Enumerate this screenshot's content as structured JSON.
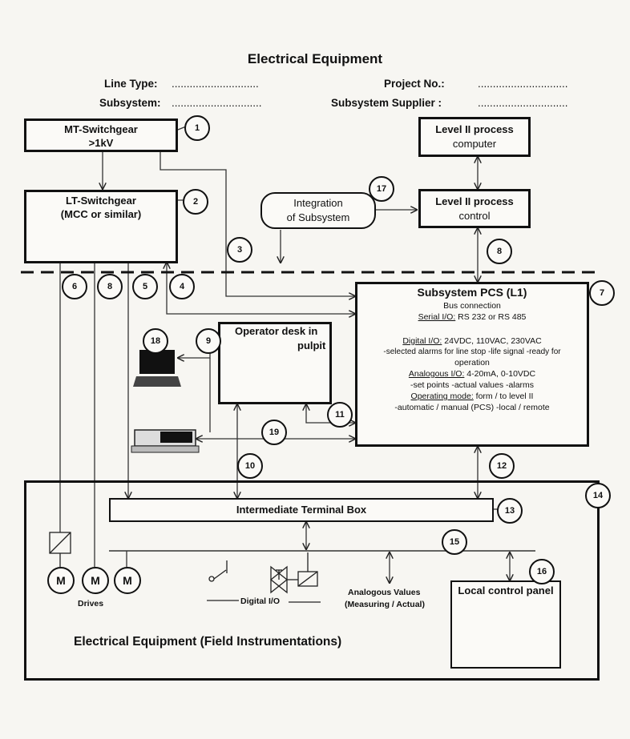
{
  "title": "Electrical Equipment",
  "header": {
    "line_type_label": "Line Type:",
    "line_type_value": ".............................",
    "subsystem_label": "Subsystem:",
    "subsystem_value": "..............................",
    "project_label": "Project No.:",
    "project_value": "..............................",
    "supplier_label": "Subsystem Supplier :",
    "supplier_value": ".............................."
  },
  "boxes": {
    "mt_line1": "MT-Switchgear",
    "mt_line2": ">1kV",
    "lt_line1": "LT-Switchgear",
    "lt_line2": "(MCC or similar)",
    "l2_computer_line1": "Level II process",
    "l2_computer_line2": "computer",
    "l2_control_line1": "Level II process",
    "l2_control_line2": "control",
    "integration_line1": "Integration",
    "integration_line2": "of Subsystem",
    "operator_desk": "Operator desk in",
    "operator_desk_2": "pulpit",
    "terminal_box": "Intermediate Terminal Box",
    "local_panel": "Local control panel",
    "field_title": "Electrical Equipment (Field Instrumentations)"
  },
  "pcs": {
    "title": "Subsystem PCS (L1)",
    "bus": "Bus connection",
    "serial_label": "Serial I/O:",
    "serial_value": " RS 232 or RS 485",
    "digital_label": "Digital I/O:",
    "digital_value": " 24VDC, 110VAC, 230VAC",
    "digital_detail_1": "-selected alarms for line stop  -life signal  -ready for",
    "digital_detail_2": "operation",
    "analog_label": "Analogous I/O:",
    "analog_value": " 4-20mA, 0-10VDC",
    "analog_detail": "-set points  -actual values  -alarms",
    "mode_label": "Operating mode:",
    "mode_value": " form / to level II",
    "mode_detail": "-automatic / manual (PCS)  -local / remote"
  },
  "field": {
    "drives": "Drives",
    "digital_io": "Digital I/O",
    "analog_values_1": "Analogous Values",
    "analog_values_2": "(Measuring / Actual)",
    "motor_symbol": "M"
  },
  "callouts": [
    "1",
    "2",
    "3",
    "4",
    "5",
    "6",
    "7",
    "8",
    "9",
    "10",
    "11",
    "12",
    "13",
    "14",
    "15",
    "16",
    "17",
    "18",
    "19",
    "8"
  ],
  "icons": [
    "laptop-icon",
    "printer-icon",
    "motor-icon",
    "switch-icon",
    "valve-icon",
    "solenoid-icon",
    "contactor-icon"
  ]
}
